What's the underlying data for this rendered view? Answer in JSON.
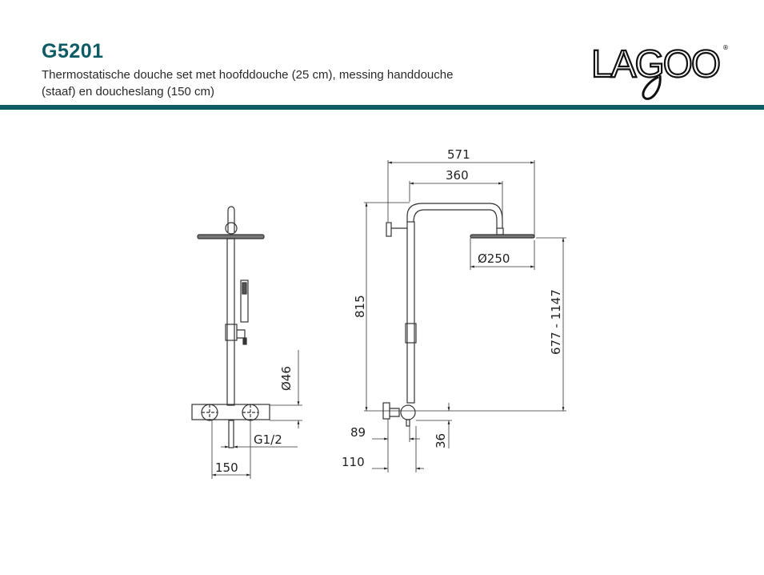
{
  "header": {
    "product_code": "G5201",
    "description_line1": "Thermostatische douche set met hoofddouche (25 cm), messing handdouche",
    "description_line2": "(staaf) en doucheslang (150 cm)",
    "brand": "LAGOO",
    "brand_mark": "®"
  },
  "colors": {
    "accent": "#0e5b63"
  },
  "side_view": {
    "dim_diameter": "Ø46",
    "dim_thread": "G1/2",
    "dim_spacing": "150"
  },
  "front_view": {
    "dim_total_reach": "571",
    "dim_arm": "360",
    "dim_head_diameter": "Ø250",
    "dim_height": "815",
    "dim_adjustable": "677 - 1147",
    "dim_89": "89",
    "dim_110": "110",
    "dim_36": "36"
  }
}
